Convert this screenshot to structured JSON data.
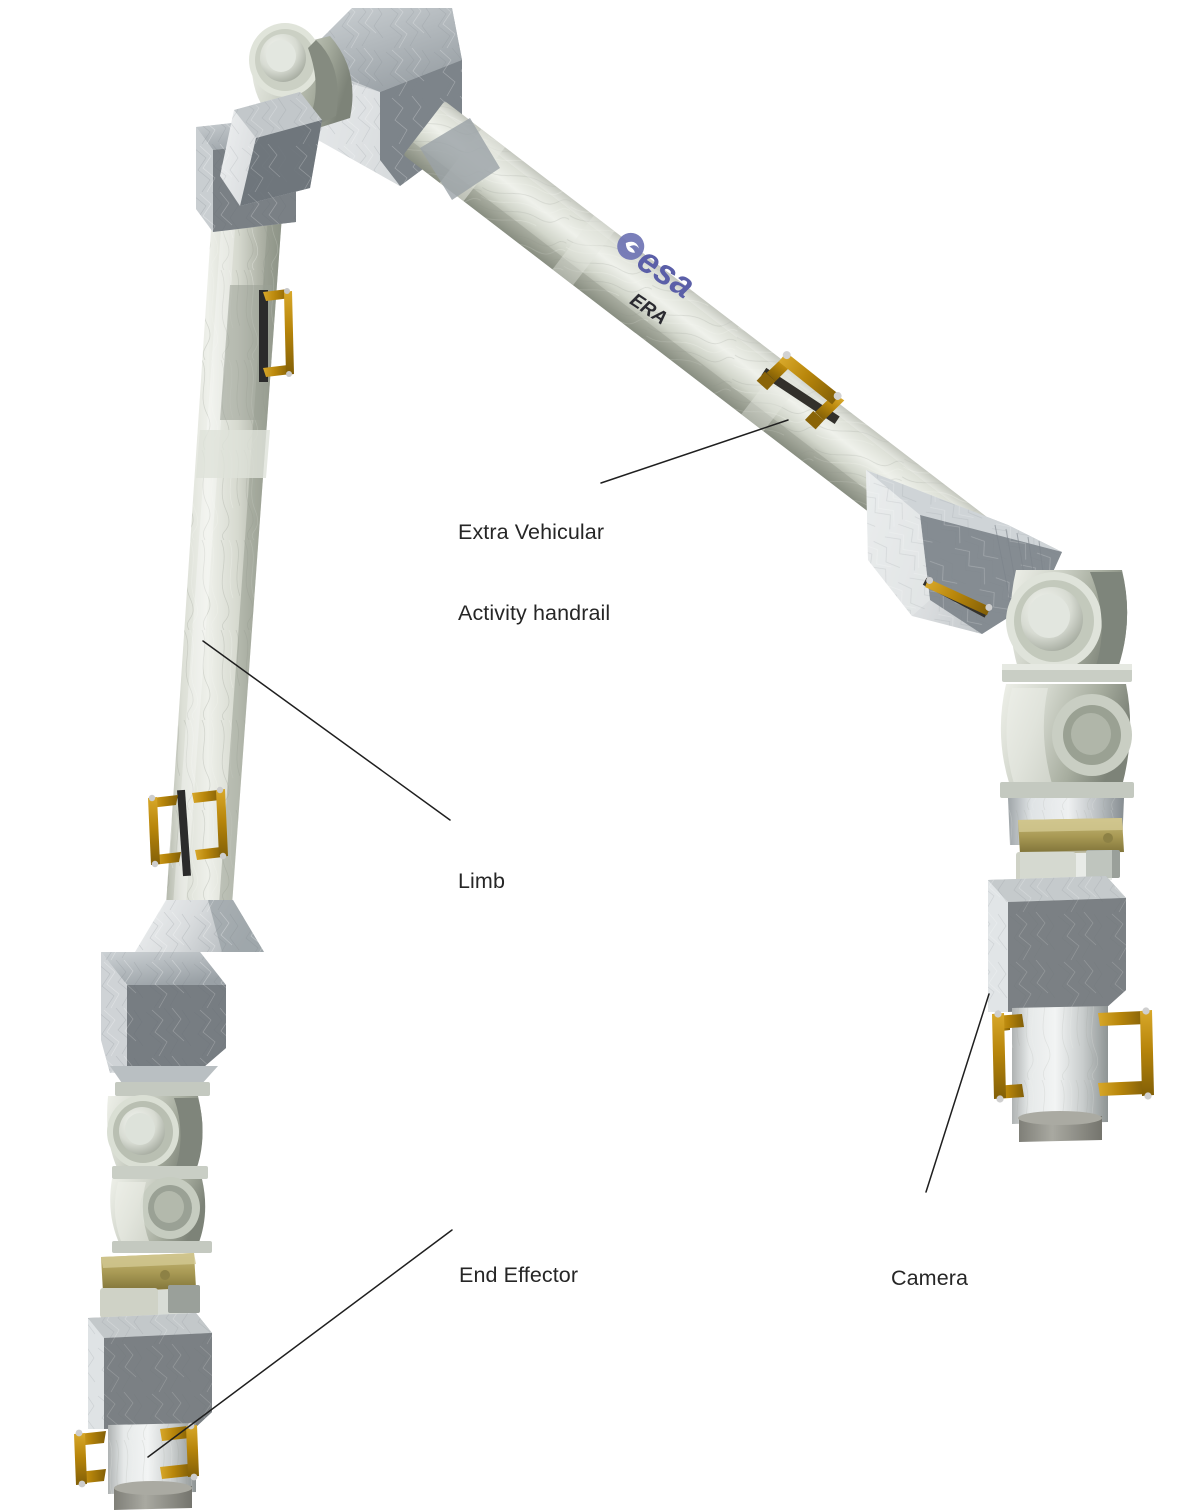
{
  "figure": {
    "subject": "European Robotic Arm (ERA)",
    "background_color": "#ffffff",
    "label_color": "#262626",
    "leader_line_color": "#1f1f1f"
  },
  "branding": {
    "agency_logo_text": "esa",
    "agency_logo_color": "#5b5fa8",
    "program_text": "ERA",
    "program_text_color": "#2a2a30"
  },
  "labels": [
    {
      "id": "eva-handrail",
      "line1": "Extra Vehicular",
      "line2": "Activity handrail"
    },
    {
      "id": "limb",
      "line1": "Limb",
      "line2": ""
    },
    {
      "id": "end-effector",
      "line1": "End Effector",
      "line2": ""
    },
    {
      "id": "camera",
      "line1": "Camera",
      "line2": ""
    }
  ],
  "palette": {
    "insulation_light": "#e6e8e2",
    "insulation_mid": "#c8cbc1",
    "insulation_shadow": "#9ba093",
    "foil_light": "#dfe2e4",
    "foil_mid": "#b9bec1",
    "foil_dark": "#7e858a",
    "joint_light": "#e3e6dd",
    "joint_mid": "#b5bbb0",
    "joint_dark": "#848b82",
    "handrail_gold": "#b8860b",
    "handrail_gold_light": "#d8a82a",
    "handrail_gold_dark": "#8a6408",
    "clamp_brass": "#a99a55",
    "base_grey": "#9a9a92"
  },
  "components": {
    "eva_handrails_count": 6,
    "joints_count": 5,
    "end_effectors_count": 2,
    "cameras_count": 1
  }
}
